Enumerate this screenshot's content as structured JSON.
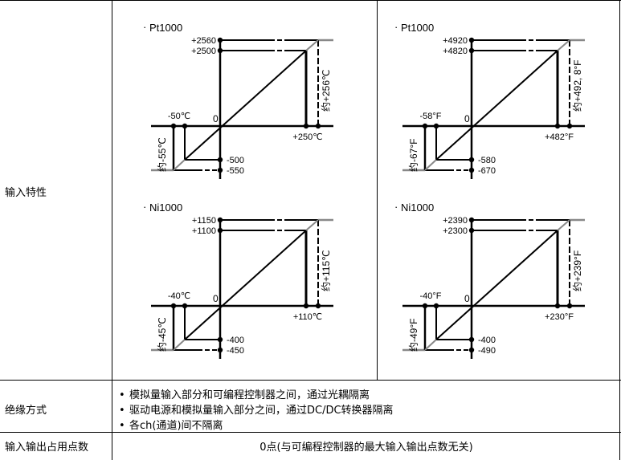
{
  "rows": {
    "input_characteristics": {
      "label": "输入特性",
      "diagrams": [
        {
          "title": "Pt1000",
          "top_hi": "+2560",
          "top": "+2500",
          "bottom": "-500",
          "bottom_lo": "-550",
          "left_label": "-50℃",
          "right_label": "+250℃",
          "right_approx": "约+256℃",
          "left_approx": "约-55℃",
          "zero": "0"
        },
        {
          "title": "Pt1000",
          "top_hi": "+4920",
          "top": "+4820",
          "bottom": "-580",
          "bottom_lo": "-670",
          "left_label": "-58°F",
          "right_label": "+482°F",
          "right_approx": "约+492, 8°F",
          "left_approx": "约-67°F",
          "zero": "0"
        },
        {
          "title": "Ni1000",
          "top_hi": "+1150",
          "top": "+1100",
          "bottom": "-400",
          "bottom_lo": "-450",
          "left_label": "-40℃",
          "right_label": "+110℃",
          "right_approx": "约+115℃",
          "left_approx": "约-45℃",
          "zero": "0"
        },
        {
          "title": "Ni1000",
          "top_hi": "+2390",
          "top": "+2300",
          "bottom": "-400",
          "bottom_lo": "-490",
          "left_label": "-40°F",
          "right_label": "+230°F",
          "right_approx": "约+239°F",
          "left_approx": "约-49°F",
          "zero": "0"
        }
      ]
    },
    "isolation": {
      "label": "绝缘方式",
      "items": [
        "模拟量输入部分和可编程控制器之间，通过光耦隔离",
        "驱动电源和模拟量输入部分之间，通过DC/DC转换器隔离",
        "各ch(通道)间不隔离"
      ]
    },
    "io_points": {
      "label": "输入输出占用点数",
      "value": "0点(与可编程控制器的最大输入输出点数无关)"
    }
  }
}
